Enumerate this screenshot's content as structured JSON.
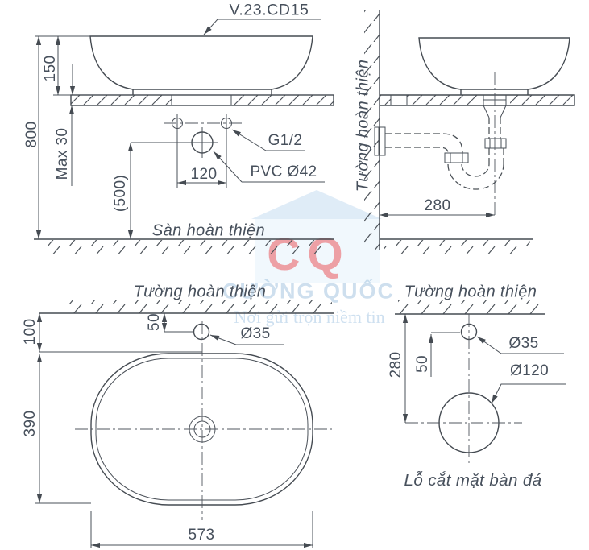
{
  "title_code": "V.23.CD15",
  "front_view": {
    "dim_total_height": "800",
    "dim_basin_height": "150",
    "dim_counter_thickness": "Max 30",
    "dim_drain_height": "(500)",
    "dim_hole_spacing": "120",
    "label_supply_thread": "G1/2",
    "label_drain_pipe": "PVC Ø42",
    "label_floor": "Sàn hoàn thiện"
  },
  "side_view": {
    "label_wall": "Tường hoàn thiện",
    "dim_drain_to_wall": "280"
  },
  "plan_view": {
    "label_wall": "Tường hoàn thiện",
    "dim_rim_to_wall": "100",
    "dim_tap_to_wall": "50",
    "label_tap_hole": "Ø35",
    "dim_depth": "390",
    "dim_width": "573"
  },
  "cutout_view": {
    "label_wall": "Tường hoàn thiện",
    "dim_drain_to_wall": "280",
    "dim_tap_to_wall": "50",
    "label_tap_hole": "Ø35",
    "label_drain_hole": "Ø120",
    "caption": "Lỗ cắt mặt bàn đá"
  },
  "watermark": {
    "logo_text": "CQ",
    "brand": "CƯỜNG QUỐC",
    "tagline": "Nơi gửi trọn niềm tin"
  },
  "colors": {
    "line": "#454b52",
    "text": "#47505c",
    "accent_red": "#e8474d",
    "accent_blue": "#cfe2f1"
  }
}
